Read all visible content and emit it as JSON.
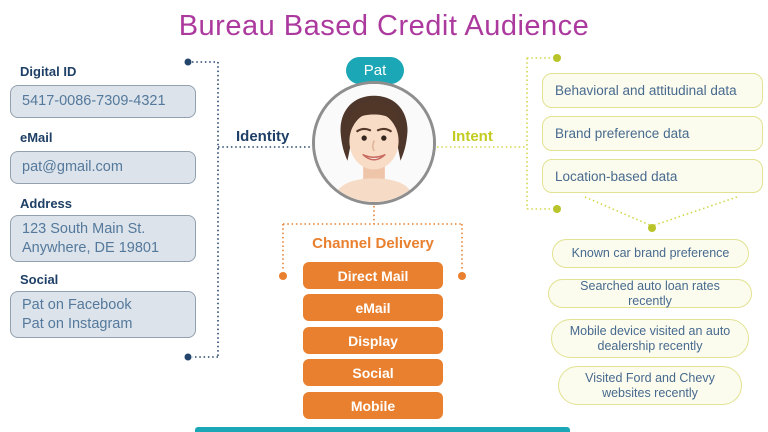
{
  "title": "Bureau Based Credit Audience",
  "person": {
    "name": "Pat"
  },
  "identity": {
    "label": "Identity",
    "fields": [
      {
        "label": "Digital ID",
        "lines": [
          "5417-0086-7309-4321"
        ]
      },
      {
        "label": "eMail",
        "lines": [
          "pat@gmail.com"
        ]
      },
      {
        "label": "Address",
        "lines": [
          "123 South Main St.",
          "Anywhere, DE 19801"
        ]
      },
      {
        "label": "Social",
        "lines": [
          "Pat on Facebook",
          "Pat on Instagram"
        ]
      }
    ]
  },
  "intent": {
    "label": "Intent",
    "data_types": [
      "Behavioral and attitudinal data",
      "Brand preference data",
      "Location-based data"
    ],
    "signals": [
      "Known car brand preference",
      "Searched auto loan rates recently",
      "Mobile device visited an auto dealership recently",
      "Visited Ford and Chevy websites recently"
    ]
  },
  "channel_delivery": {
    "label": "Channel Delivery",
    "channels": [
      "Direct Mail",
      "eMail",
      "Display",
      "Social",
      "Mobile"
    ]
  },
  "colors": {
    "title_magenta": "#ac3a9e",
    "identity_navy": "#1e3f66",
    "intent_yellow_green": "#c3cc1e",
    "channel_orange": "#e8802f",
    "persona_teal": "#1ba7b5",
    "identity_box_fill": "#dce3ea",
    "intent_box_fill": "#fbfbee"
  }
}
